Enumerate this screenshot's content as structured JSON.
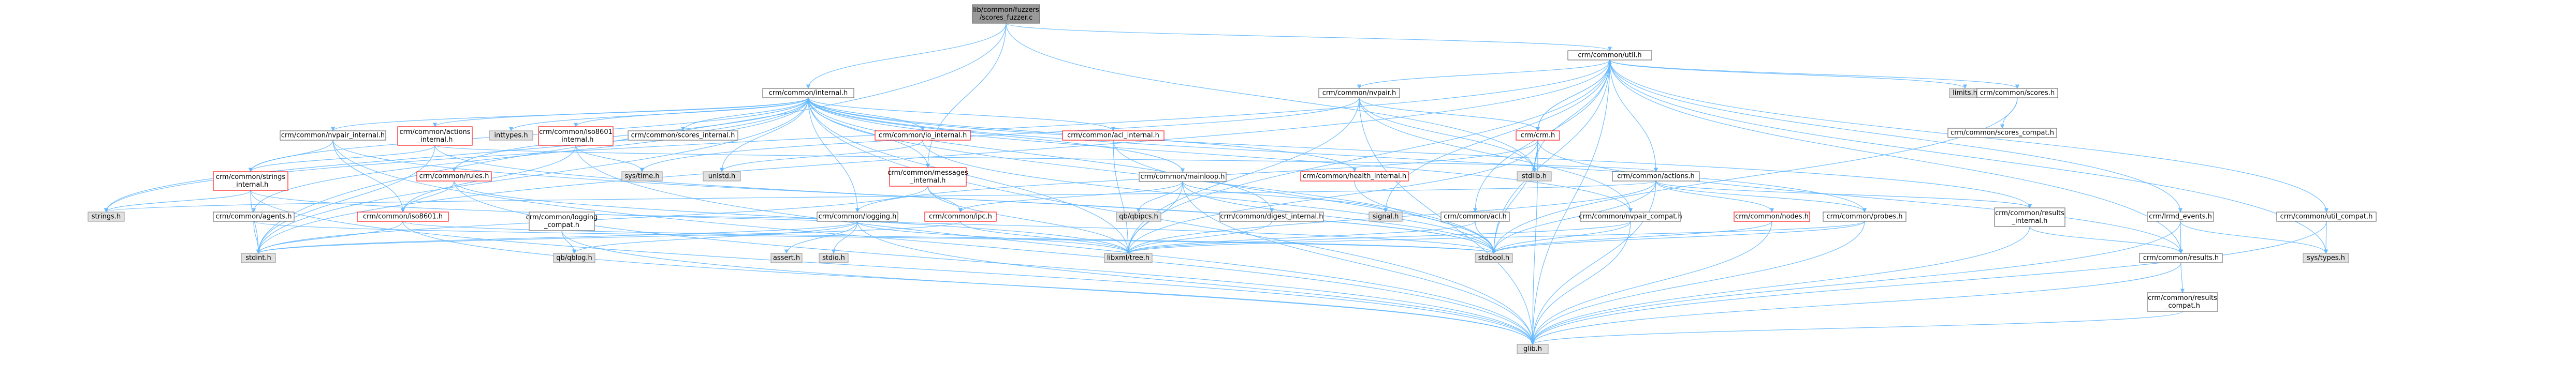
{
  "colors": {
    "edge": "#63B8FF",
    "normal_fill": "#ffffff",
    "normal_border": "#666666",
    "system_fill": "#e0e0e0",
    "system_border": "#999999",
    "truncated_border": "#ff0000",
    "root_fill": "#999999",
    "root_border": "#666666",
    "text": "#000000"
  },
  "nodes": [
    {
      "id": "root",
      "lines": [
        "lib/common/fuzzers",
        "/scores_fuzzer.c"
      ],
      "kind": "root"
    },
    {
      "id": "util",
      "lines": [
        "crm/common/util.h"
      ],
      "kind": "normal"
    },
    {
      "id": "internal",
      "lines": [
        "crm/common/internal.h"
      ],
      "kind": "normal"
    },
    {
      "id": "nvpair",
      "lines": [
        "crm/common/nvpair.h"
      ],
      "kind": "normal"
    },
    {
      "id": "limits",
      "lines": [
        "limits.h"
      ],
      "kind": "system"
    },
    {
      "id": "scores",
      "lines": [
        "crm/common/scores.h"
      ],
      "kind": "normal"
    },
    {
      "id": "scores_compat",
      "lines": [
        "crm/common/scores_compat.h"
      ],
      "kind": "normal"
    },
    {
      "id": "nvpair_internal",
      "lines": [
        "crm/common/nvpair_internal.h"
      ],
      "kind": "normal"
    },
    {
      "id": "actions_internal",
      "lines": [
        "crm/common/actions",
        "_internal.h"
      ],
      "kind": "truncated"
    },
    {
      "id": "inttypes",
      "lines": [
        "inttypes.h"
      ],
      "kind": "system"
    },
    {
      "id": "iso8601_internal",
      "lines": [
        "crm/common/iso8601",
        "_internal.h"
      ],
      "kind": "truncated"
    },
    {
      "id": "scores_internal",
      "lines": [
        "crm/common/scores_internal.h"
      ],
      "kind": "normal"
    },
    {
      "id": "io_internal",
      "lines": [
        "crm/common/io_internal.h"
      ],
      "kind": "truncated"
    },
    {
      "id": "acl_internal",
      "lines": [
        "crm/common/acl_internal.h"
      ],
      "kind": "truncated"
    },
    {
      "id": "crm",
      "lines": [
        "crm/crm.h"
      ],
      "kind": "truncated"
    },
    {
      "id": "strings_internal",
      "lines": [
        "crm/common/strings",
        "_internal.h"
      ],
      "kind": "truncated"
    },
    {
      "id": "rules",
      "lines": [
        "crm/common/rules.h"
      ],
      "kind": "truncated"
    },
    {
      "id": "systime",
      "lines": [
        "sys/time.h"
      ],
      "kind": "system"
    },
    {
      "id": "unistd",
      "lines": [
        "unistd.h"
      ],
      "kind": "system"
    },
    {
      "id": "messages_internal",
      "lines": [
        "crm/common/messages",
        "_internal.h"
      ],
      "kind": "truncated"
    },
    {
      "id": "health_internal",
      "lines": [
        "crm/common/health_internal.h"
      ],
      "kind": "truncated"
    },
    {
      "id": "stdlib",
      "lines": [
        "stdlib.h"
      ],
      "kind": "system"
    },
    {
      "id": "actions",
      "lines": [
        "crm/common/actions.h"
      ],
      "kind": "normal"
    },
    {
      "id": "strings",
      "lines": [
        "strings.h"
      ],
      "kind": "system"
    },
    {
      "id": "agents",
      "lines": [
        "crm/common/agents.h"
      ],
      "kind": "normal"
    },
    {
      "id": "iso8601",
      "lines": [
        "crm/common/iso8601.h"
      ],
      "kind": "truncated"
    },
    {
      "id": "logging",
      "lines": [
        "crm/common/logging.h"
      ],
      "kind": "normal"
    },
    {
      "id": "logging_compat",
      "lines": [
        "crm/common/logging",
        "_compat.h"
      ],
      "kind": "normal"
    },
    {
      "id": "assert",
      "lines": [
        "assert.h"
      ],
      "kind": "system"
    },
    {
      "id": "stdio",
      "lines": [
        "stdio.h"
      ],
      "kind": "system"
    },
    {
      "id": "ipc",
      "lines": [
        "crm/common/ipc.h"
      ],
      "kind": "truncated"
    },
    {
      "id": "mainloop",
      "lines": [
        "crm/common/mainloop.h"
      ],
      "kind": "normal"
    },
    {
      "id": "qbipcs",
      "lines": [
        "qb/qbipcs.h"
      ],
      "kind": "system"
    },
    {
      "id": "digest_internal",
      "lines": [
        "crm/common/digest_internal.h"
      ],
      "kind": "normal"
    },
    {
      "id": "signal",
      "lines": [
        "signal.h"
      ],
      "kind": "system"
    },
    {
      "id": "acl",
      "lines": [
        "crm/common/acl.h"
      ],
      "kind": "normal"
    },
    {
      "id": "nvpair_compat",
      "lines": [
        "crm/common/nvpair_compat.h"
      ],
      "kind": "normal"
    },
    {
      "id": "nodes",
      "lines": [
        "crm/common/nodes.h"
      ],
      "kind": "truncated"
    },
    {
      "id": "probes",
      "lines": [
        "crm/common/probes.h"
      ],
      "kind": "normal"
    },
    {
      "id": "results_internal",
      "lines": [
        "crm/common/results",
        "_internal.h"
      ],
      "kind": "normal"
    },
    {
      "id": "lrmd_events",
      "lines": [
        "crm/lrmd_events.h"
      ],
      "kind": "normal"
    },
    {
      "id": "util_compat",
      "lines": [
        "crm/common/util_compat.h"
      ],
      "kind": "normal"
    },
    {
      "id": "qblog",
      "lines": [
        "qb/qblog.h"
      ],
      "kind": "system"
    },
    {
      "id": "stdint",
      "lines": [
        "stdint.h"
      ],
      "kind": "system"
    },
    {
      "id": "libxml",
      "lines": [
        "libxml/tree.h"
      ],
      "kind": "system"
    },
    {
      "id": "stdbool",
      "lines": [
        "stdbool.h"
      ],
      "kind": "system"
    },
    {
      "id": "results",
      "lines": [
        "crm/common/results.h"
      ],
      "kind": "normal"
    },
    {
      "id": "systypes",
      "lines": [
        "sys/types.h"
      ],
      "kind": "system"
    },
    {
      "id": "results_compat",
      "lines": [
        "crm/common/results",
        "_compat.h"
      ],
      "kind": "normal"
    },
    {
      "id": "glib",
      "lines": [
        "glib.h"
      ],
      "kind": "system"
    }
  ],
  "edges": [
    [
      "root",
      "util"
    ],
    [
      "root",
      "internal"
    ],
    [
      "root",
      "messages_internal"
    ],
    [
      "root",
      "stdint"
    ],
    [
      "root",
      "stdlib"
    ],
    [
      "util",
      "nvpair"
    ],
    [
      "util",
      "limits"
    ],
    [
      "util",
      "scores"
    ],
    [
      "util",
      "util_compat"
    ],
    [
      "util",
      "crm"
    ],
    [
      "util",
      "actions"
    ],
    [
      "util",
      "acl"
    ],
    [
      "util",
      "systypes"
    ],
    [
      "util",
      "stdint"
    ],
    [
      "util",
      "strings"
    ],
    [
      "util",
      "signal"
    ],
    [
      "util",
      "glib"
    ],
    [
      "util",
      "libxml"
    ],
    [
      "util",
      "stdbool"
    ],
    [
      "util",
      "stdlib"
    ],
    [
      "util",
      "lrmd_events"
    ],
    [
      "util",
      "results"
    ],
    [
      "internal",
      "nvpair_internal"
    ],
    [
      "internal",
      "actions_internal"
    ],
    [
      "internal",
      "inttypes"
    ],
    [
      "internal",
      "iso8601_internal"
    ],
    [
      "internal",
      "scores_internal"
    ],
    [
      "internal",
      "io_internal"
    ],
    [
      "internal",
      "acl_internal"
    ],
    [
      "internal",
      "health_internal"
    ],
    [
      "internal",
      "mainloop"
    ],
    [
      "internal",
      "logging"
    ],
    [
      "internal",
      "unistd"
    ],
    [
      "internal",
      "strings"
    ],
    [
      "internal",
      "stdint"
    ],
    [
      "internal",
      "glib"
    ],
    [
      "internal",
      "libxml"
    ],
    [
      "internal",
      "strings_internal"
    ],
    [
      "internal",
      "results_internal"
    ],
    [
      "internal",
      "digest_internal"
    ],
    [
      "internal",
      "messages_internal"
    ],
    [
      "internal",
      "stdbool"
    ],
    [
      "internal",
      "nvpair_compat"
    ],
    [
      "internal",
      "rules"
    ],
    [
      "internal",
      "agents"
    ],
    [
      "internal",
      "probes"
    ],
    [
      "nvpair",
      "systime"
    ],
    [
      "nvpair",
      "glib"
    ],
    [
      "nvpair",
      "libxml"
    ],
    [
      "nvpair",
      "crm"
    ],
    [
      "nvpair",
      "nvpair_compat"
    ],
    [
      "nvpair",
      "stdlib"
    ],
    [
      "scores",
      "scores_compat"
    ],
    [
      "scores",
      "stdbool"
    ],
    [
      "nvpair_internal",
      "strings_internal"
    ],
    [
      "nvpair_internal",
      "glib"
    ],
    [
      "nvpair_internal",
      "iso8601"
    ],
    [
      "nvpair_internal",
      "stdbool"
    ],
    [
      "actions_internal",
      "strings_internal"
    ],
    [
      "actions_internal",
      "stdbool"
    ],
    [
      "actions_internal",
      "actions"
    ],
    [
      "actions_internal",
      "stdint"
    ],
    [
      "iso8601_internal",
      "systime"
    ],
    [
      "iso8601_internal",
      "iso8601"
    ],
    [
      "iso8601_internal",
      "glib"
    ],
    [
      "io_internal",
      "unistd"
    ],
    [
      "io_internal",
      "stdbool"
    ],
    [
      "acl_internal",
      "libxml"
    ],
    [
      "acl_internal",
      "stdbool"
    ],
    [
      "crm",
      "stdlib"
    ],
    [
      "crm",
      "glib"
    ],
    [
      "crm",
      "libxml"
    ],
    [
      "crm",
      "util"
    ],
    [
      "crm",
      "logging"
    ],
    [
      "crm",
      "results"
    ],
    [
      "crm",
      "stdbool"
    ],
    [
      "strings_internal",
      "glib"
    ],
    [
      "strings_internal",
      "stdint"
    ],
    [
      "strings_internal",
      "strings"
    ],
    [
      "strings_internal",
      "stdbool"
    ],
    [
      "rules",
      "glib"
    ],
    [
      "rules",
      "libxml"
    ],
    [
      "rules",
      "iso8601"
    ],
    [
      "messages_internal",
      "libxml"
    ],
    [
      "messages_internal",
      "stdint"
    ],
    [
      "messages_internal",
      "ipc"
    ],
    [
      "health_internal",
      "stdbool"
    ],
    [
      "actions",
      "stdbool"
    ],
    [
      "actions",
      "strings"
    ],
    [
      "actions",
      "glib"
    ],
    [
      "actions",
      "libxml"
    ],
    [
      "actions",
      "nodes"
    ],
    [
      "actions",
      "results_internal"
    ],
    [
      "actions",
      "probes"
    ],
    [
      "agents",
      "stdint"
    ],
    [
      "agents",
      "stdbool"
    ],
    [
      "iso8601",
      "stdint"
    ],
    [
      "iso8601",
      "stdbool"
    ],
    [
      "iso8601",
      "glib"
    ],
    [
      "logging",
      "stdio"
    ],
    [
      "logging",
      "assert"
    ],
    [
      "logging",
      "glib"
    ],
    [
      "logging",
      "qblog"
    ],
    [
      "logging",
      "libxml"
    ],
    [
      "logging",
      "logging_compat"
    ],
    [
      "logging",
      "stdint"
    ],
    [
      "logging_compat",
      "glib"
    ],
    [
      "logging_compat",
      "qblog"
    ],
    [
      "ipc",
      "stdint"
    ],
    [
      "ipc",
      "libxml"
    ],
    [
      "mainloop",
      "signal"
    ],
    [
      "mainloop",
      "glib"
    ],
    [
      "mainloop",
      "qbipcs"
    ],
    [
      "mainloop",
      "stdbool"
    ],
    [
      "mainloop",
      "ipc"
    ],
    [
      "mainloop",
      "libxml"
    ],
    [
      "digest_internal",
      "libxml"
    ],
    [
      "acl",
      "libxml"
    ],
    [
      "acl",
      "stdbool"
    ],
    [
      "nvpair_compat",
      "glib"
    ],
    [
      "nvpair_compat",
      "stdbool"
    ],
    [
      "nvpair_compat",
      "libxml"
    ],
    [
      "nodes",
      "stdbool"
    ],
    [
      "nodes",
      "glib"
    ],
    [
      "probes",
      "glib"
    ],
    [
      "probes",
      "libxml"
    ],
    [
      "probes",
      "stdbool"
    ],
    [
      "results_internal",
      "glib"
    ],
    [
      "results_internal",
      "results"
    ],
    [
      "lrmd_events",
      "glib"
    ],
    [
      "lrmd_events",
      "results"
    ],
    [
      "lrmd_events",
      "systypes"
    ],
    [
      "util_compat",
      "glib"
    ],
    [
      "util_compat",
      "systypes"
    ],
    [
      "results",
      "glib"
    ],
    [
      "results",
      "results_compat"
    ],
    [
      "results_compat",
      "glib"
    ]
  ]
}
